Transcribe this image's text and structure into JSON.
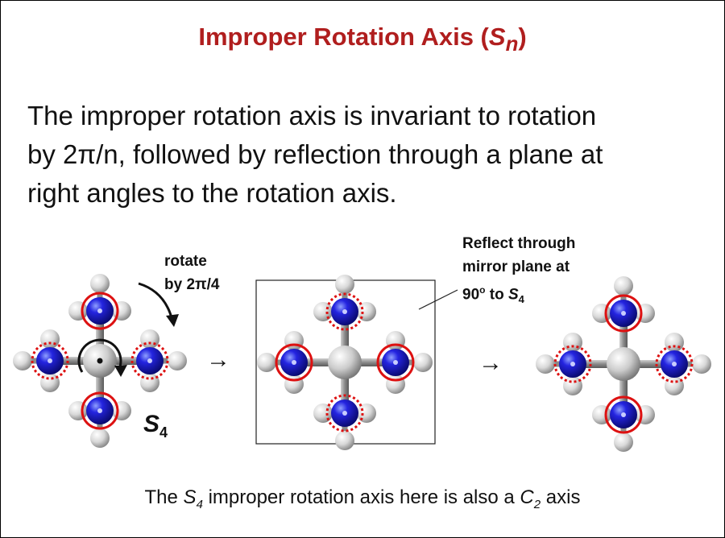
{
  "slide": {
    "title_main": "Improper Rotation Axis (",
    "title_symbol": "S",
    "title_subscript": "n",
    "title_close": ")",
    "body_lines": [
      "The improper rotation axis is invariant to rotation",
      "by 2π/n, followed by reflection through a plane at",
      "right angles to the rotation axis."
    ],
    "rotate_label": [
      "rotate",
      "by 2π/4"
    ],
    "reflect_label_lines": [
      "Reflect through",
      "mirror plane at"
    ],
    "reflect_degree": "90",
    "reflect_degree_sup": "o",
    "reflect_to": " to ",
    "reflect_symbol": "S",
    "reflect_symbol_sub": "4",
    "axis_symbol": "S",
    "axis_symbol_sub": "4",
    "caption_pre": "The ",
    "caption_s": "S",
    "caption_s_sub": "4",
    "caption_mid": " improper rotation axis here is also a ",
    "caption_c": "C",
    "caption_c_sub": "2",
    "caption_post": " axis",
    "arrow_glyph": "→"
  },
  "colors": {
    "title": "#b01e1e",
    "hydrogen_blue": "#1a1ad0",
    "carbon_gray": "#cfcfcf",
    "highlight_red": "#dd1111"
  }
}
